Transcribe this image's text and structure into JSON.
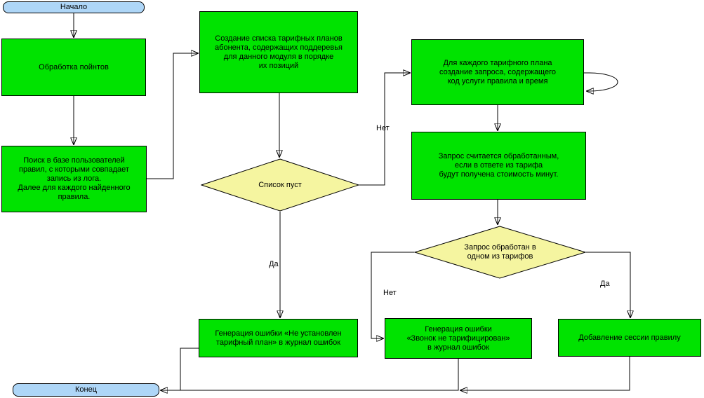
{
  "colors": {
    "process_fill": "#00e300",
    "decision_fill": "#f5f5a0",
    "terminator_fill": "#aed6f7",
    "line_color": "#000000",
    "background": "#ffffff"
  },
  "nodes": {
    "start": {
      "label": "Начало",
      "type": "terminator"
    },
    "process_points": {
      "label": "Обработка пойнтов",
      "type": "process"
    },
    "search_rules": {
      "label": "Поиск в базе пользователей\nправил, с которыми совпадает\nзапись из лога.\nДалее для каждого найденного\nправила.",
      "type": "process"
    },
    "create_plan_list": {
      "label": "Создание списка тарифных планов\nабонента, содержащих поддеревья\nдля данного модуля в порядке\nих позиций",
      "type": "process"
    },
    "list_empty": {
      "label": "Список пуст",
      "type": "decision"
    },
    "create_request": {
      "label": "Для каждого тарифного плана\nсоздание запроса, содержащего\nкод услуги правила и время",
      "type": "process"
    },
    "request_processed_rule": {
      "label": "Запрос считается обработанным,\nесли в ответе из тарифа\nбудут получена стоимость минут.",
      "type": "process"
    },
    "request_in_tariff": {
      "label": "Запрос обработан в\nодном из тарифов",
      "type": "decision"
    },
    "error_no_plan": {
      "label": "Генерация ошибки «Не установлен\nтарифный план» в журнал ошибок",
      "type": "process"
    },
    "error_not_billed": {
      "label": "Генерация ошибки\n«Звонок не тарифицирован»\nв журнал ошибок",
      "type": "process"
    },
    "add_session": {
      "label": "Добавление сессии правилу",
      "type": "process"
    },
    "end": {
      "label": "Конец",
      "type": "terminator"
    }
  },
  "edge_labels": {
    "list_empty_no": "Нет",
    "list_empty_yes": "Да",
    "in_tariff_no": "Нет",
    "in_tariff_yes": "Да"
  }
}
